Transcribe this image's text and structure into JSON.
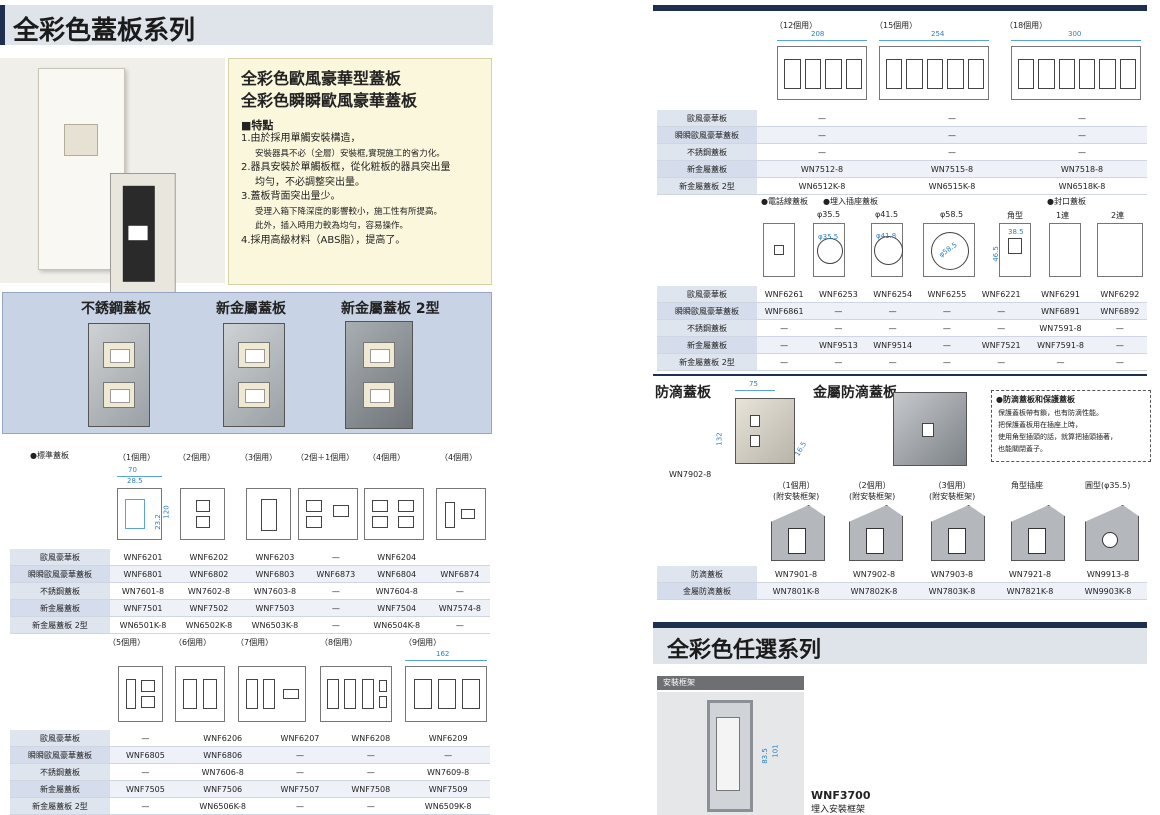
{
  "left": {
    "title": "全彩色蓋板系列",
    "product_title_1": "全彩色歐風豪華型蓋板",
    "product_title_2": "全彩色瞬瞬歐風豪華蓋板",
    "features_head": "■特點",
    "features": [
      "1.由於採用單觸安裝構造，",
      "安裝器具不必（全層）安裝框,實現施工的省力化。",
      "2.器具安裝於單觸板框，從化粧板的器具突出量",
      "均勻，不必調整突出量。",
      "3.蓋板背面突出量少。",
      "受理入箱下降深度的影響較小，施工性有所提高。",
      "此外，插入時用力較為均勻，容易操作。",
      "4.採用高級材料（ABS脂），提高了。"
    ],
    "plates_labels": [
      "不銹鋼蓋板",
      "新金屬蓋板",
      "新金屬蓋板 2型"
    ],
    "std_label": "●標準蓋板",
    "gang_labels_1": [
      "（1個用）",
      "（2個用）",
      "（3個用）",
      "（2個＋1個用）",
      "（4個用）",
      "（4個用）"
    ],
    "dims_1": {
      "w": "70",
      "w2": "28.5",
      "h1": "23.2",
      "h2": "120"
    },
    "table1": {
      "rows": [
        {
          "head": "歐風豪華板",
          "cells": [
            "WNF6201",
            "WNF6202",
            "WNF6203",
            "—",
            "WNF6204",
            ""
          ]
        },
        {
          "head": "瞬瞬歐風豪華蓋板",
          "cells": [
            "WNF6801",
            "WNF6802",
            "WNF6803",
            "WNF6873",
            "WNF6804",
            "WNF6874"
          ]
        },
        {
          "head": "不銹鋼蓋板",
          "cells": [
            "WN7601-8",
            "WN7602-8",
            "WN7603-8",
            "—",
            "WN7604-8",
            "—"
          ]
        },
        {
          "head": "新金屬蓋板",
          "cells": [
            "WNF7501",
            "WNF7502",
            "WNF7503",
            "—",
            "WNF7504",
            "WN7574-8"
          ]
        },
        {
          "head": "新金屬蓋板 2型",
          "cells": [
            "WN6501K-8",
            "WN6502K-8",
            "WN6503K-8",
            "—",
            "WN6504K-8",
            "—"
          ]
        }
      ]
    },
    "gang_labels_2": [
      "（5個用）",
      "（6個用）",
      "（7個用）",
      "（8個用）",
      "（9個用）"
    ],
    "dims_2": {
      "w": "162"
    },
    "table2": {
      "rows": [
        {
          "head": "歐風豪華板",
          "cells": [
            "—",
            "WNF6206",
            "WNF6207",
            "WNF6208",
            "WNF6209"
          ]
        },
        {
          "head": "瞬瞬歐風豪華蓋板",
          "cells": [
            "WNF6805",
            "WNF6806",
            "—",
            "—",
            "—"
          ]
        },
        {
          "head": "不銹鋼蓋板",
          "cells": [
            "—",
            "WN7606-8",
            "—",
            "—",
            "WN7609-8"
          ]
        },
        {
          "head": "新金屬蓋板",
          "cells": [
            "WNF7505",
            "WNF7506",
            "WNF7507",
            "WNF7508",
            "WNF7509"
          ]
        },
        {
          "head": "新金屬蓋板 2型",
          "cells": [
            "—",
            "WN6506K-8",
            "—",
            "—",
            "WN6509K-8"
          ]
        }
      ]
    }
  },
  "right": {
    "gang_labels_top": [
      "（12個用）",
      "（15個用）",
      "（18個用）"
    ],
    "dims_top": [
      "208",
      "254",
      "300"
    ],
    "table3": {
      "rows": [
        {
          "head": "歐風豪華板",
          "cells": [
            "—",
            "—",
            "—"
          ]
        },
        {
          "head": "瞬瞬歐風豪華蓋板",
          "cells": [
            "—",
            "—",
            "—"
          ]
        },
        {
          "head": "不銹鋼蓋板",
          "cells": [
            "—",
            "—",
            "—"
          ]
        },
        {
          "head": "新金屬蓋板",
          "cells": [
            "WN7512-8",
            "WN7515-8",
            "WN7518-8"
          ]
        },
        {
          "head": "新金屬蓋板 2型",
          "cells": [
            "WN6512K-8",
            "WN6515K-8",
            "WN6518K-8"
          ]
        }
      ]
    },
    "outlet_heads": [
      "●電話線蓋板",
      "●埋入插座蓋板",
      "●封口蓋板"
    ],
    "outlet_sizes": [
      "φ35.5",
      "φ41.5",
      "φ58.5",
      "角型",
      "1連",
      "2連"
    ],
    "outlet_inner": [
      "φ35.5",
      "φ41.8",
      "φ58.5",
      "38.5",
      "46.5"
    ],
    "table4": {
      "rows": [
        {
          "head": "歐風豪華板",
          "cells": [
            "WNF6261",
            "WNF6253",
            "WNF6254",
            "WNF6255",
            "WNF6221",
            "WNF6291",
            "WNF6292"
          ]
        },
        {
          "head": "瞬瞬歐風豪華蓋板",
          "cells": [
            "WNF6861",
            "—",
            "—",
            "—",
            "—",
            "WNF6891",
            "WNF6892"
          ]
        },
        {
          "head": "不銹鋼蓋板",
          "cells": [
            "—",
            "—",
            "—",
            "—",
            "—",
            "WN7591-8",
            "—"
          ]
        },
        {
          "head": "新金屬蓋板",
          "cells": [
            "—",
            "WNF9513",
            "WNF9514",
            "—",
            "WNF7521",
            "WNF7591-8",
            "—"
          ]
        },
        {
          "head": "新金屬蓋板 2型",
          "cells": [
            "—",
            "—",
            "—",
            "—",
            "—",
            "—",
            "—"
          ]
        }
      ]
    },
    "drip_title": "防滴蓋板",
    "metal_drip_title": "金屬防滴蓋板",
    "drip_dims": {
      "w": "75",
      "h": "132",
      "d": "16.5"
    },
    "drip_model": "WN7902-8",
    "note_head": "●防滴蓋板和保護蓋板",
    "note_lines": [
      "保護蓋板帶有鎖，也有防滴性能。",
      "把保護蓋板用在插座上時，",
      "使用角型插頭的話，就算把插頭插著，",
      "也能關閉蓋子。"
    ],
    "drip_types": [
      "（1個用）\n(附安裝框架)",
      "（2個用）\n(附安裝框架)",
      "（3個用）\n(附安裝框架)",
      "角型插座",
      "圓型(φ35.5)"
    ],
    "table5": {
      "rows": [
        {
          "head": "防滴蓋板",
          "cells": [
            "WN7901-8",
            "WN7902-8",
            "WN7903-8",
            "WN7921-8",
            "WN9913-8"
          ]
        },
        {
          "head": "金屬防滴蓋板",
          "cells": [
            "WN7801K-8",
            "WN7802K-8",
            "WN7803K-8",
            "WN7821K-8",
            "WN9903K-8"
          ]
        }
      ]
    },
    "title2": "全彩色任選系列",
    "frame_label": "安裝框架",
    "frame_model": "WNF3700",
    "frame_desc": "埋入安裝框架",
    "frame_dims": {
      "h1": "83.5",
      "h2": "101"
    }
  }
}
